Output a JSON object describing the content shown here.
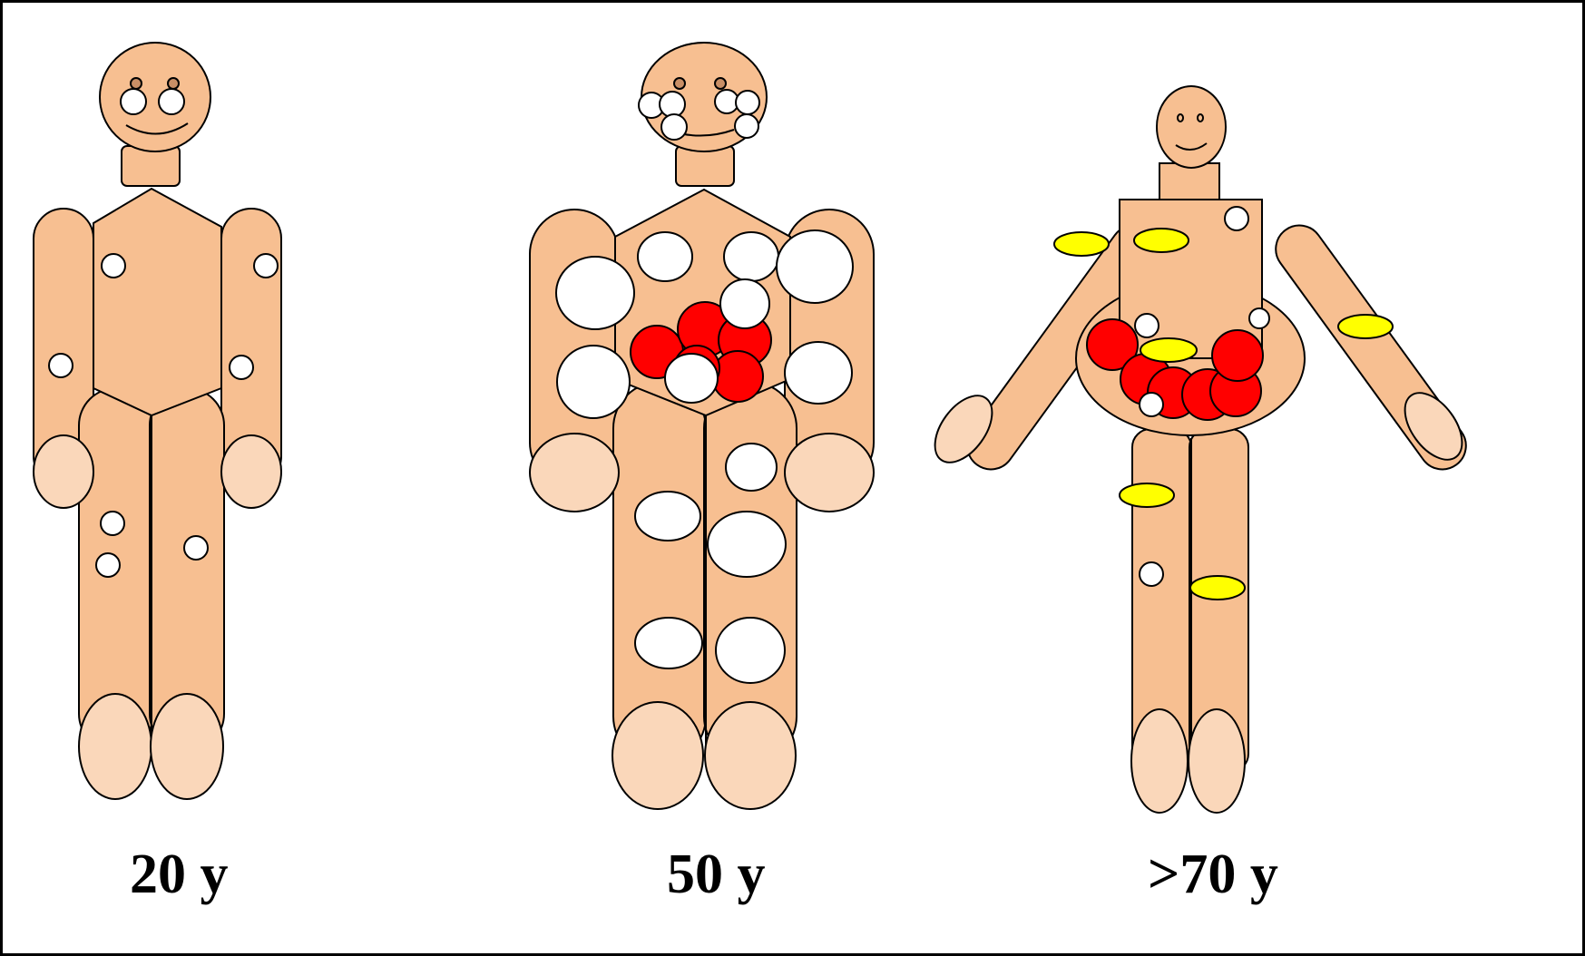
{
  "figures": [
    {
      "label": "20 y"
    },
    {
      "label": "50 y"
    },
    {
      "label": ">70 y"
    }
  ],
  "colors": {
    "skin": "#f7bf91",
    "skin_light": "#fad7ba",
    "outline": "#000000",
    "white_spot": "#ffffff",
    "red_spot": "#ff0000",
    "yellow_spot": "#ffff00",
    "border": "#000000"
  }
}
